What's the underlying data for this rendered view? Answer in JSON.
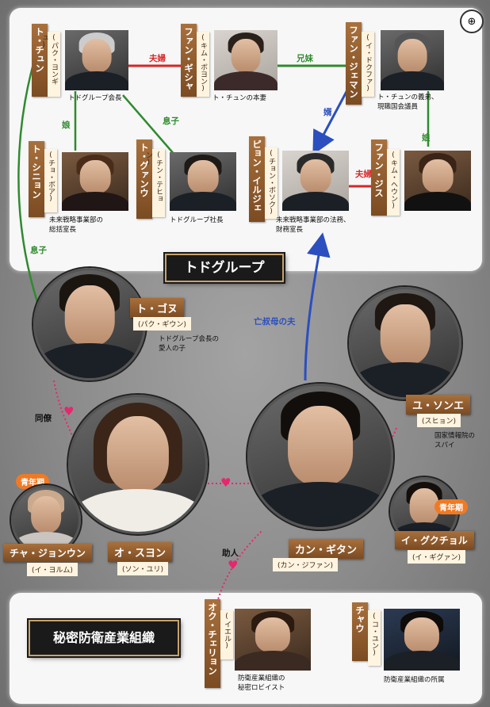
{
  "zoom_icon": "zoom-in-icon",
  "groups": {
    "todo": "トドグループ",
    "secret": "秘密防衛産業組織"
  },
  "people": {
    "do_chun": {
      "name": "ト・チュン",
      "actor": "(パク・ヨンギュ)",
      "desc": "トドグループ会長"
    },
    "fan_gisha": {
      "name": "ファン・ギシャ",
      "actor": "(キム・ボヨン)",
      "desc": "ト・チュンの本妻"
    },
    "fan_jeman": {
      "name": "ファン・ジェマン",
      "actor": "(イ・ドクファ)",
      "desc": [
        "ト・チュンの義弟、",
        "現職国会議員"
      ]
    },
    "do_shinyong": {
      "name": "ト・シニョン",
      "actor": "(チョ・ボア)",
      "desc": [
        "未来戦略事業部の",
        "総括室長"
      ]
    },
    "do_gwanu": {
      "name": "ト・グァンウ",
      "actor": "(チン・テヒョン)",
      "desc": "トドグループ社長"
    },
    "byon_iljae": {
      "name": "ピョン・イルジェ",
      "actor": "(チョン・ボソク)",
      "desc": [
        "未来戦略事業部の法務、",
        "財務室長"
      ]
    },
    "fan_jisu": {
      "name": "ファン・ジス",
      "actor": "(キム・ヘウン)"
    },
    "do_gon": {
      "name": "ト・ゴヌ",
      "actor": "(パク・ギウン)",
      "desc": [
        "トドグループ会長の",
        "愛人の子"
      ]
    },
    "yu_sone": {
      "name": "ユ・ソンエ",
      "actor": "(スヒョン)",
      "desc": [
        "国家情報院の",
        "スパイ"
      ]
    },
    "o_suyon": {
      "name": "オ・スヨン",
      "actor": "(ソン・ユリ)"
    },
    "kang_gitan": {
      "name": "カン・ギタン",
      "actor": "(カン・ジファン)"
    },
    "cha_jongun": {
      "name": "チャ・ジョンウン",
      "actor": "(イ・ヨルム)",
      "tag": "青年期"
    },
    "i_gukchol": {
      "name": "イ・グクチョル",
      "actor": "(イ・ギグァン)",
      "tag": "青年期"
    },
    "ok_chelyon": {
      "name": "オク・チェリョン",
      "actor": "(イエル)",
      "desc": [
        "防衛産業組織の",
        "秘密ロビイスト"
      ]
    },
    "chau": {
      "name": "チャウ",
      "actor": "(コ・ユン)",
      "desc": "防衛産業組織の所属"
    }
  },
  "relations": {
    "couple1": "夫婦",
    "siblings": "兄妹",
    "daughter1": "娘",
    "son1": "息子",
    "son_in_law": "婿",
    "daughter2": "娘",
    "couple2": "夫婦",
    "son2": "息子",
    "colleague": "同僚",
    "aunt_husband": "亡叔母の夫",
    "helper": "助人"
  },
  "colors": {
    "red": "#d72626",
    "green": "#2f8a2f",
    "blue": "#2b4fbf",
    "pink": "#e8266f",
    "label": "#8f5a2c"
  }
}
